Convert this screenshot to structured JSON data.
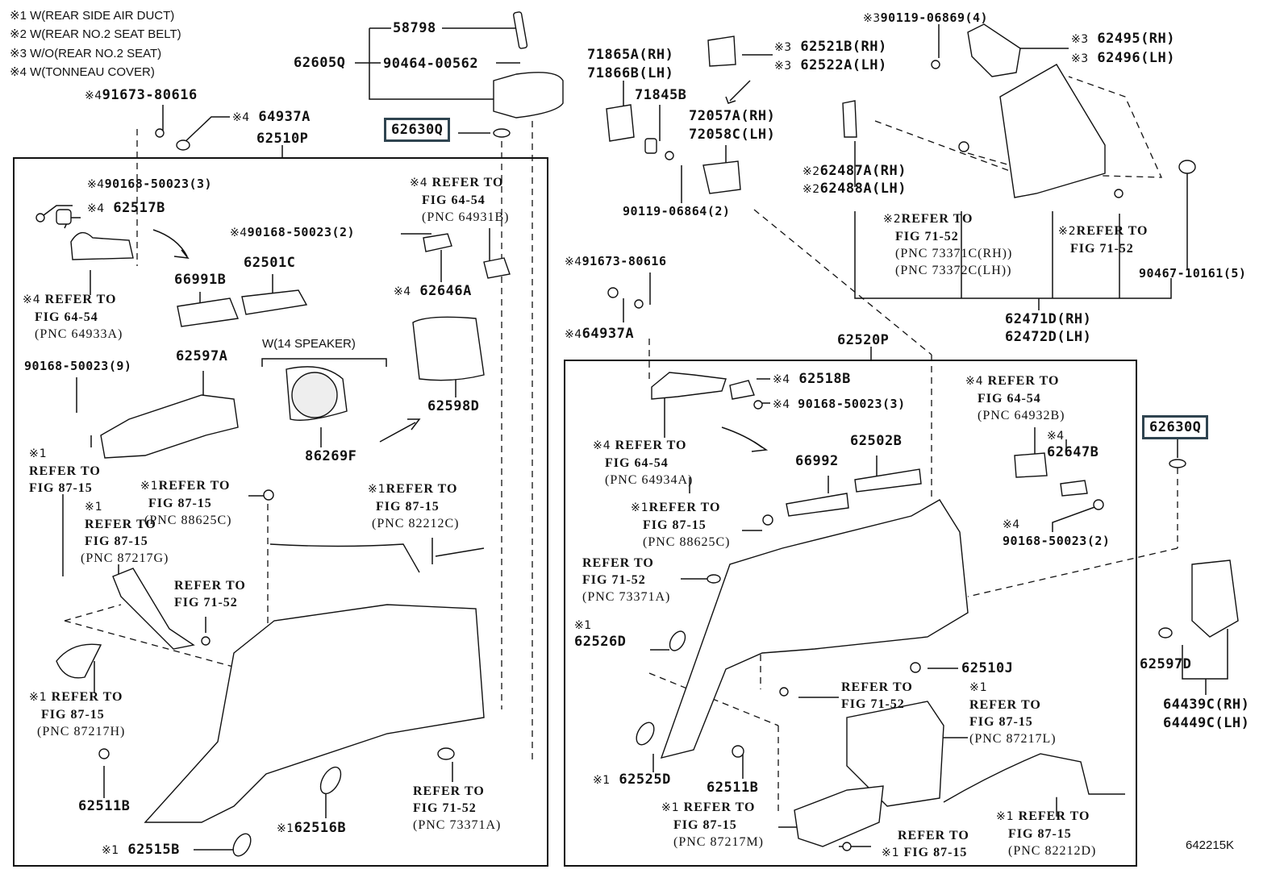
{
  "legend": [
    {
      "mark": "※1",
      "text": "W(REAR SIDE AIR DUCT)"
    },
    {
      "mark": "※2",
      "text": "W(REAR NO.2 SEAT BELT)"
    },
    {
      "mark": "※3",
      "text": "W/O(REAR NO.2 SEAT)"
    },
    {
      "mark": "※4",
      "text": "W(TONNEAU COVER)"
    }
  ],
  "figure_number": "642215K",
  "highlighted_part": "62630Q",
  "left_assembly": {
    "assembly": "62510P",
    "top": {
      "p62605Q": "62605Q",
      "p58798": "58798",
      "p90464": "90464-00562",
      "p91673": {
        "mark": "※4",
        "part": "91673-80616"
      },
      "p64937A": {
        "mark": "※4",
        "part": "64937A"
      }
    },
    "parts": {
      "p90168_3": {
        "mark": "※4",
        "part": "90168-50023(3)"
      },
      "p62517B": {
        "mark": "※4",
        "part": "62517B"
      },
      "p90168_2": {
        "mark": "※4",
        "part": "90168-50023(2)"
      },
      "p66991B": "66991B",
      "p62501C": "62501C",
      "p62646A": {
        "mark": "※4",
        "part": "62646A"
      },
      "p62597A": "62597A",
      "p90168_9": "90168-50023(9)",
      "speaker_group": "W(14 SPEAKER)",
      "p86269F": "86269F",
      "p62598D": "62598D",
      "p62511B": "62511B",
      "p62515B": {
        "mark": "※1",
        "part": "62515B"
      },
      "p62516B": {
        "mark": "※1",
        "part": "62516B"
      }
    },
    "refs": {
      "r64931B": {
        "mark": "※4",
        "l1": "REFER TO",
        "l2": "FIG 64-54",
        "l3": "(PNC 64931B)"
      },
      "r64933A": {
        "mark": "※4",
        "l1": "REFER TO",
        "l2": "FIG 64-54",
        "l3": "(PNC 64933A)"
      },
      "r87_15a": {
        "mark": "※1",
        "l1": "REFER TO",
        "l2": "FIG 87-15"
      },
      "r88625C": {
        "mark": "※1",
        "l1": "REFER TO",
        "l2": "FIG 87-15",
        "l3": "(PNC 88625C)"
      },
      "r87217G": {
        "mark": "※1",
        "l1": "REFER TO",
        "l2": "FIG 87-15",
        "l3": "(PNC 87217G)"
      },
      "r82212C": {
        "mark": "※1",
        "l1": "REFER TO",
        "l2": "FIG 87-15",
        "l3": "(PNC 82212C)"
      },
      "r71_52": {
        "l1": "REFER TO",
        "l2": "FIG 71-52"
      },
      "r87217H": {
        "mark": "※1",
        "l1": "REFER TO",
        "l2": "FIG 87-15",
        "l3": "(PNC 87217H)"
      },
      "r73371A": {
        "l1": "REFER TO",
        "l2": "FIG 71-52",
        "l3": "(PNC 73371A)"
      }
    }
  },
  "top_right": {
    "p71865A": "71865A(RH)",
    "p71866B": "71866B(LH)",
    "p71845B": "71845B",
    "p62521B": {
      "mark": "※3",
      "part": "62521B(RH)"
    },
    "p62522A": {
      "mark": "※3",
      "part": "62522A(LH)"
    },
    "p72057A": "72057A(RH)",
    "p72058C": "72058C(LH)",
    "p90119_06864": "90119-06864(2)",
    "p90119_06869": {
      "mark": "※3",
      "part": "90119-06869(4)"
    },
    "p62495": {
      "mark": "※3",
      "part": "62495(RH)"
    },
    "p62496": {
      "mark": "※3",
      "part": "62496(LH)"
    },
    "p62487A": {
      "mark": "※2",
      "part": "62487A(RH)"
    },
    "p62488A": {
      "mark": "※2",
      "part": "62488A(LH)"
    },
    "r73371C": {
      "mark": "※2",
      "l1": "REFER TO",
      "l2": "FIG 71-52",
      "l3": "(PNC 73371C(RH))",
      "l4": "(PNC 73372C(LH))"
    },
    "r71_52b": {
      "mark": "※2",
      "l1": "REFER TO",
      "l2": "FIG 71-52"
    },
    "p90467": "90467-10161(5)",
    "p62471D": "62471D(RH)",
    "p62472D": "62472D(LH)"
  },
  "right_assembly": {
    "assembly": "62520P",
    "top": {
      "p91673": {
        "mark": "※4",
        "part": "91673-80616"
      },
      "p64937A": {
        "mark": "※4",
        "part": "64937A"
      }
    },
    "parts": {
      "p62518B": {
        "mark": "※4",
        "part": "62518B"
      },
      "p90168_3": {
        "mark": "※4",
        "part": "90168-50023(3)"
      },
      "p66992": "66992",
      "p62502B": "62502B",
      "p62647B": {
        "mark": "※4",
        "part": "62647B"
      },
      "p90168_2": {
        "mark": "※4",
        "part": "90168-50023(2)"
      },
      "p62526D": {
        "mark": "※1",
        "part": "62526D"
      },
      "p62510J": "62510J",
      "p62525D": {
        "mark": "※1",
        "part": "62525D"
      },
      "p62511B": "62511B"
    },
    "refs": {
      "r64934A": {
        "mark": "※4",
        "l1": "REFER TO",
        "l2": "FIG 64-54",
        "l3": "(PNC 64934A)"
      },
      "r64932B": {
        "mark": "※4",
        "l1": "REFER TO",
        "l2": "FIG 64-54",
        "l3": "(PNC 64932B)"
      },
      "r88625C": {
        "mark": "※1",
        "l1": "REFER TO",
        "l2": "FIG 87-15",
        "l3": "(PNC 88625C)"
      },
      "r73371A": {
        "l1": "REFER TO",
        "l2": "FIG 71-52",
        "l3": "(PNC 73371A)"
      },
      "r71_52": {
        "l1": "REFER TO",
        "l2": "FIG 71-52"
      },
      "r87217L": {
        "mark": "※1",
        "l1": "REFER TO",
        "l2": "FIG 87-15",
        "l3": "(PNC 87217L)"
      },
      "r87217M": {
        "mark": "※1",
        "l1": "REFER TO",
        "l2": "FIG 87-15",
        "l3": "(PNC 87217M)"
      },
      "r87_15b": {
        "mark": "※1",
        "l1": "REFER TO",
        "l2": "FIG 87-15"
      },
      "r82212D": {
        "mark": "※1",
        "l1": "REFER TO",
        "l2": "FIG 87-15",
        "l3": "(PNC 82212D)"
      }
    }
  },
  "outside_right": {
    "p62597D": "62597D",
    "p64439C": "64439C(RH)",
    "p64449C": "64449C(LH)"
  }
}
